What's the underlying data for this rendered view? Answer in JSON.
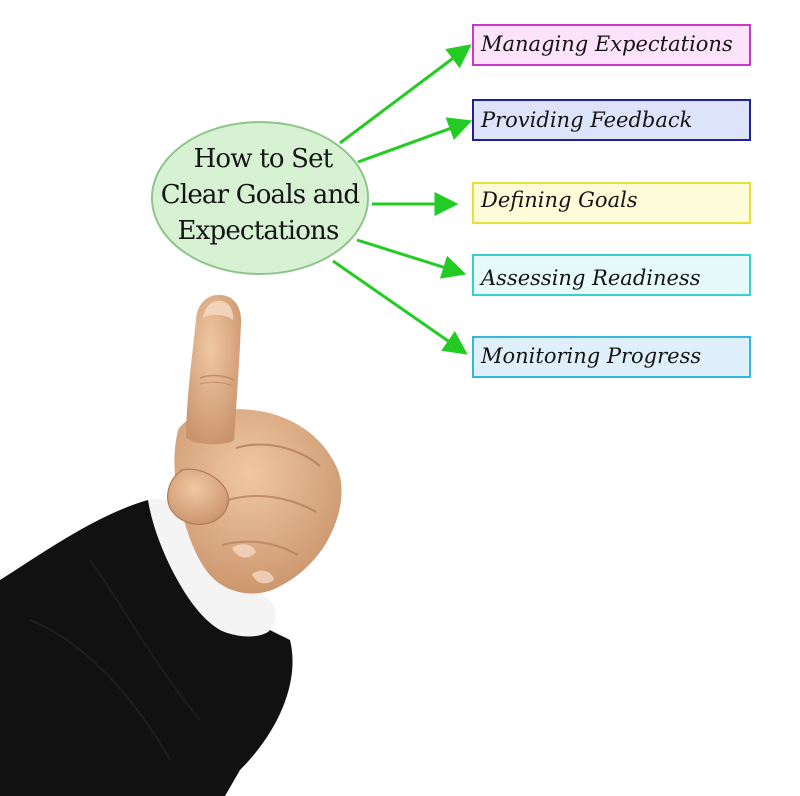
{
  "diagram": {
    "center": {
      "lines": [
        "How to Set",
        "Clear Goals and",
        "Expectations"
      ],
      "fill": "#d6f2d3",
      "stroke": "#8fc48a"
    },
    "arrow_color": "#22cc22",
    "items": [
      {
        "label": "Managing Expectations",
        "fill": "#fde2fb",
        "stroke": "#c839c8"
      },
      {
        "label": "Providing Feedback",
        "fill": "#dde3fb",
        "stroke": "#1f1f9e"
      },
      {
        "label": "Defining Goals",
        "fill": "#fdfbd8",
        "stroke": "#e6e336"
      },
      {
        "label": "Assessing Readiness",
        "fill": "#e6fbf9",
        "stroke": "#36d1c8"
      },
      {
        "label": "Monitoring Progress",
        "fill": "#dfeffb",
        "stroke": "#36b6db"
      }
    ]
  },
  "photo": {
    "subject": "hand-pointing-up",
    "sleeve_color": "#111111",
    "cuff_color": "#f4f4f4",
    "skin_color": "#e2b48e"
  }
}
